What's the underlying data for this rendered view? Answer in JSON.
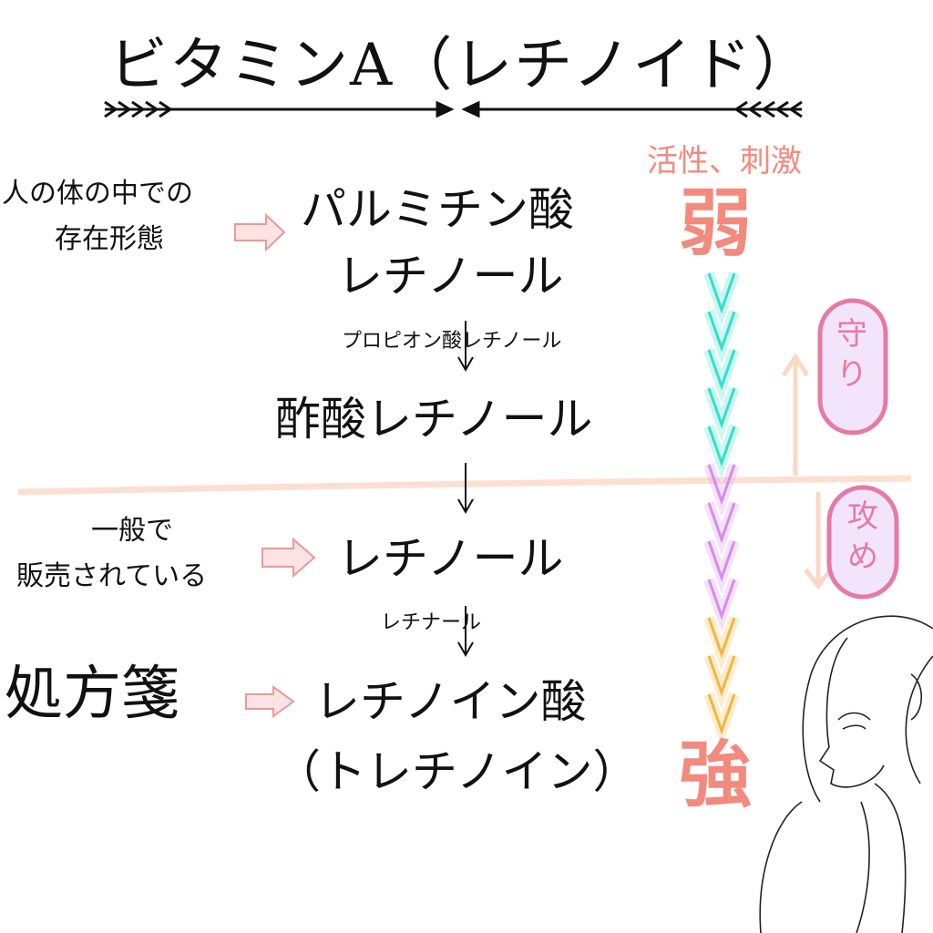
{
  "title": "ビタミンA（レチノイド）",
  "strength_axis": {
    "caption": "活性、刺激",
    "weak": "弱",
    "strong": "強"
  },
  "forms": [
    {
      "line1": "パルミチン酸",
      "line2": "レチノール"
    },
    {
      "line1": "酢酸レチノール"
    },
    {
      "line1": "レチノール"
    },
    {
      "line1": "レチノイン酸",
      "line2": "（トレチノイン）"
    }
  ],
  "intermediates": [
    "プロピオン酸レチノール",
    "レチナール"
  ],
  "side_labels": {
    "body_form_line1": "人の体の中での",
    "body_form_line2": "存在形態",
    "sold_line1": "一般で",
    "sold_line2": "販売されている",
    "prescription": "処方箋"
  },
  "bubbles": {
    "defense": "守り",
    "offense": "攻め"
  },
  "colors": {
    "accent": "#f28a7e",
    "bubble": "#e57aa4",
    "bubble_fill": "#f1e4fb",
    "divider": "#fbe0d2",
    "chevron_cyan": "#33e0c8",
    "chevron_violet": "#d58cf0",
    "chevron_orange": "#f2b640"
  }
}
